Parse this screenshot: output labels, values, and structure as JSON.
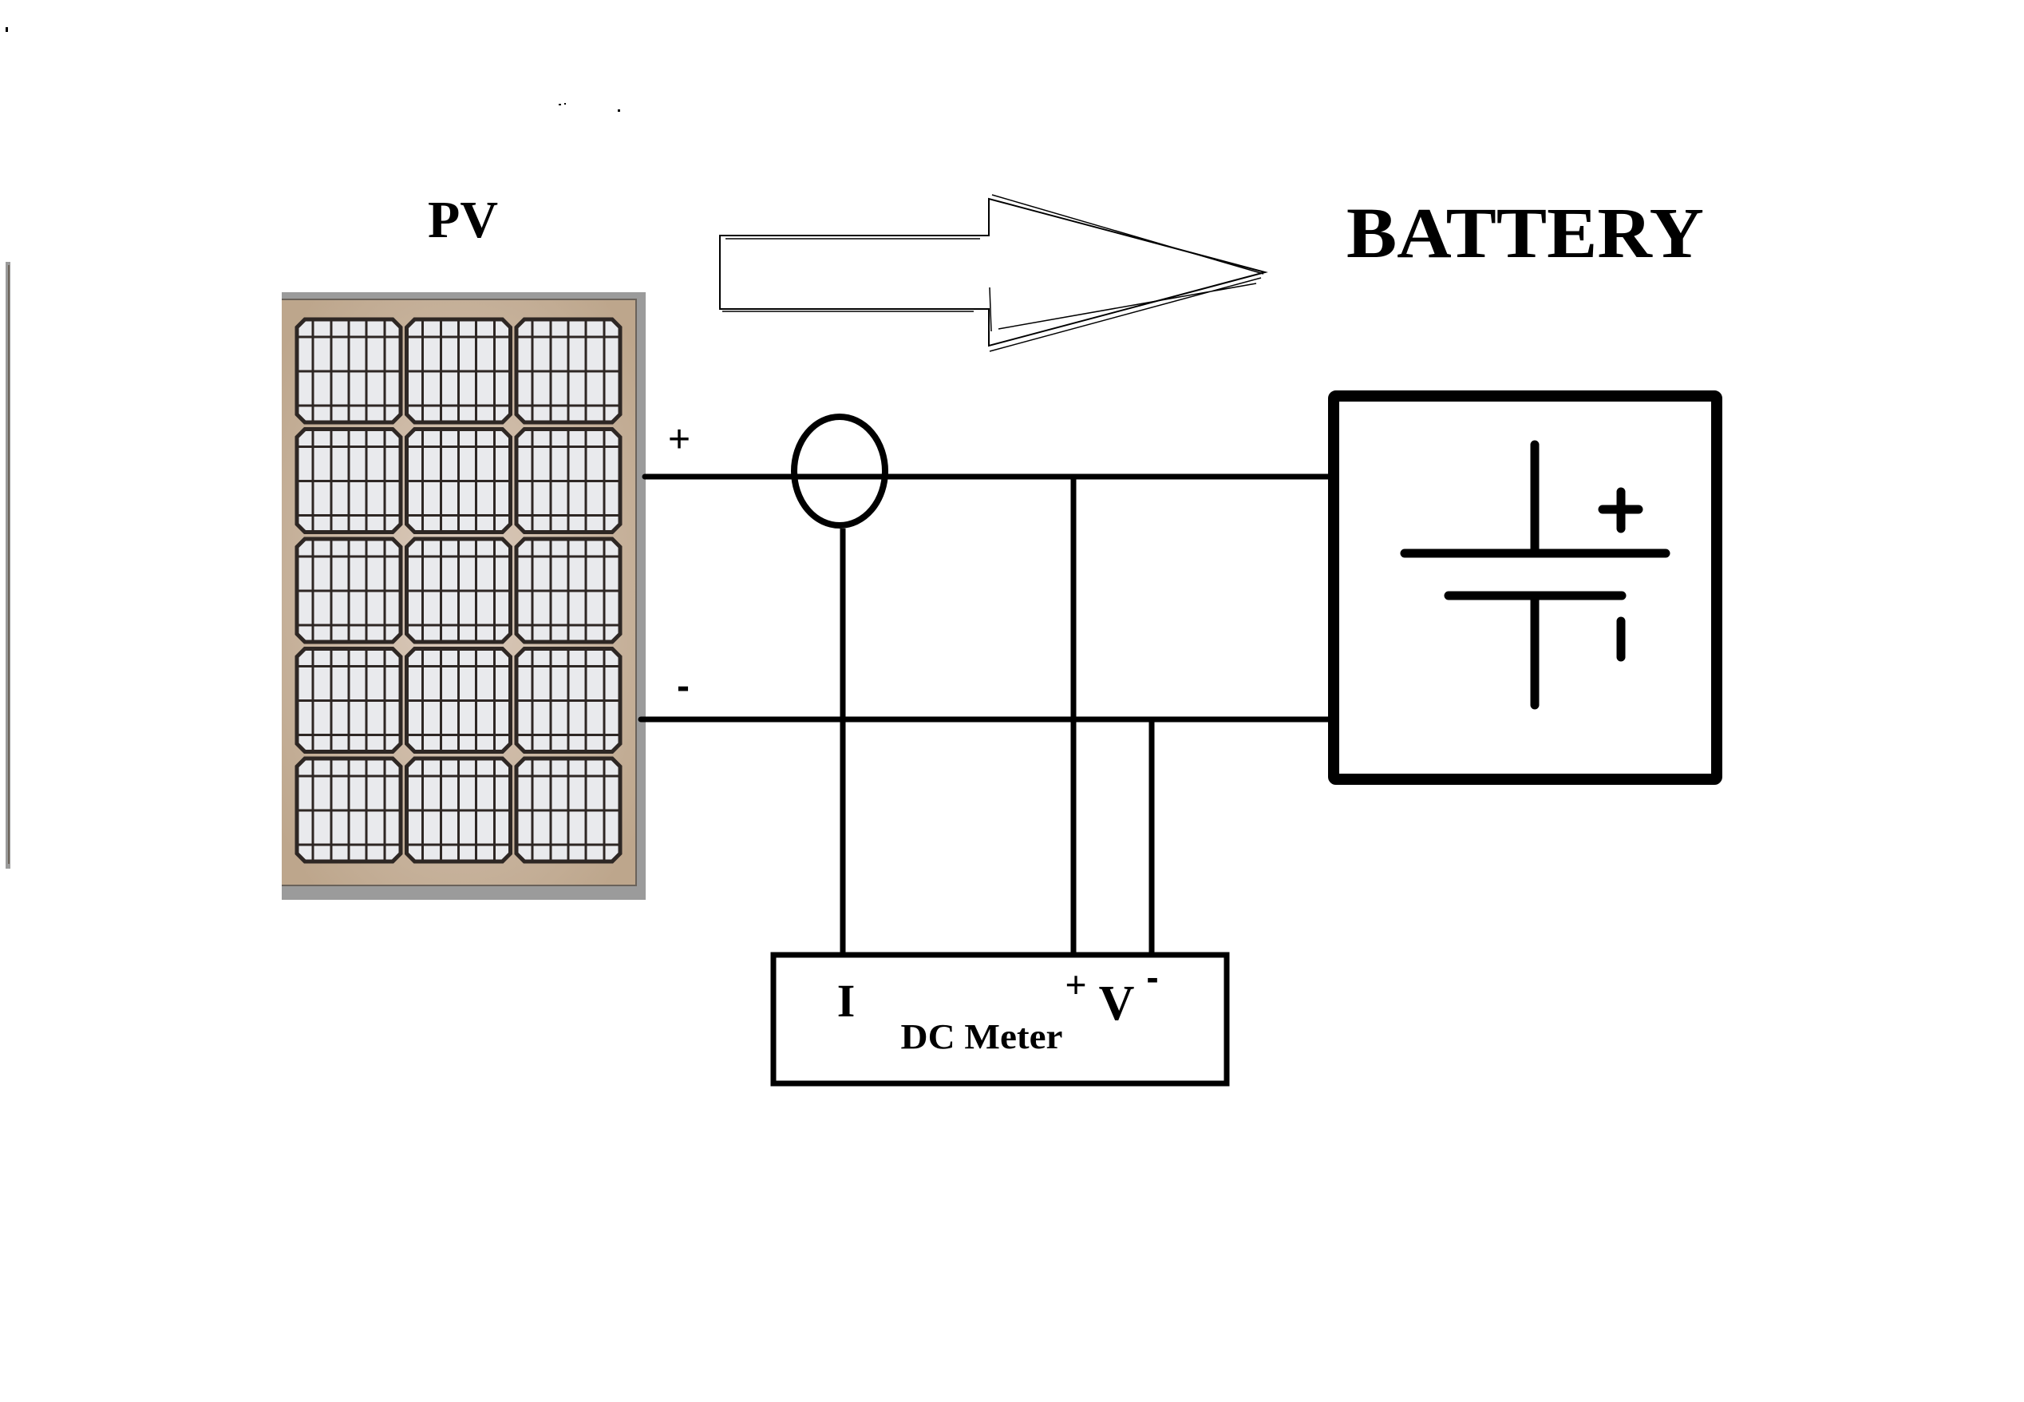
{
  "diagram": {
    "pv_label": "PV",
    "battery_label": "BATTERY",
    "pv_positive_terminal": "+",
    "pv_negative_terminal": "-",
    "meter": {
      "label": "DC Meter",
      "current_terminal": "I",
      "voltage_terminal": "V",
      "voltage_positive": "+",
      "voltage_negative": "-"
    },
    "battery_polarity": {
      "positive": "+",
      "negative": "-"
    },
    "pv_panel": {
      "rows": 5,
      "cols": 3
    },
    "flow_direction": "PV to BATTERY"
  },
  "colors": {
    "ink": "#000000",
    "panel_frame": "#9b9b9b",
    "panel_edge": "#bda68c",
    "panel_center": "#ddcdbf",
    "cell_border": "#2e2724",
    "cell_fill": "#e9eaed",
    "background": "#ffffff"
  }
}
